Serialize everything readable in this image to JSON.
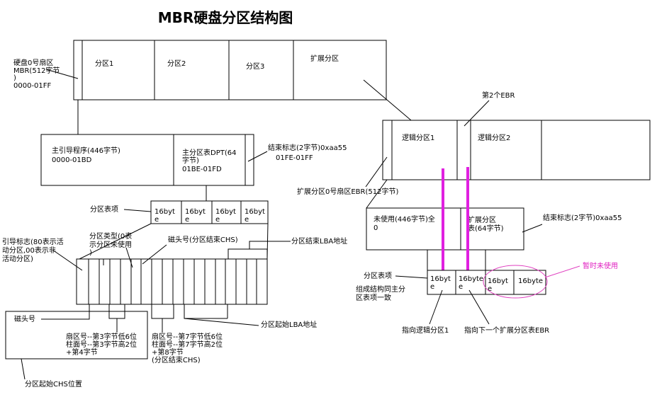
{
  "title": "MBR硬盘分区结构图",
  "mbr": {
    "label_line1": "硬盘0号扇区",
    "label_line2": "MBR(512字节",
    "label_line3": ")",
    "label_line4": "0000-01FF",
    "partitions": [
      "分区1",
      "分区2",
      "分区3",
      "扩展分区"
    ]
  },
  "mbr_detail": {
    "boot_line1": "主引导程序(446字节)",
    "boot_line2": "0000-01BD",
    "dpt_line1": "主分区表DPT(64",
    "dpt_line2": "字节)",
    "dpt_line3": "01BE-01FD",
    "end_line1": "结束标志(2字节)0xaa55",
    "end_line2": "01FE-01FF"
  },
  "partition_table": {
    "label": "分区表项",
    "entries": [
      "16byt\ne",
      "16byt\ne",
      "16byt\ne",
      "16byt\ne"
    ]
  },
  "entry_fields": {
    "boot_flag_line1": "引导标志(80表示活",
    "boot_flag_line2": "动分区,00表示非",
    "boot_flag_line3": "活动分区)",
    "type_line1": "分区类型(0表",
    "type_line2": "示分区未使用",
    "type_line3": ")",
    "end_head": "磁头号(分区结束CHS)",
    "end_lba": "分区结束LBA地址",
    "start_lba": "分区起始LBA地址",
    "head": "磁头号",
    "start_sector_line1": "扇区号--第3字节低6位",
    "start_sector_line2": "柱面号--第3字节高2位",
    "start_sector_line3": "+第4字节",
    "start_chs": "分区起始CHS位置",
    "end_sector_line1": "扇区号--第7字节低6位",
    "end_sector_line2": "柱面号--第7字节高2位",
    "end_sector_line3": "+第8字节",
    "end_sector_line4": "(分区结束CHS)"
  },
  "extended": {
    "second_ebr": "第2个EBR",
    "logical": [
      "逻辑分区1",
      "逻辑分区2"
    ],
    "ebr_label": "扩展分区0号扇区EBR(512字节)",
    "unused_line1": "未使用(446字节)全",
    "unused_line2": "0",
    "ext_table_line1": "扩展分区",
    "ext_table_line2": "表(64字节)",
    "end_flag": "结束标志(2字节)0xaa55",
    "table_label": "分区表项",
    "compose_line1": "组成结构同主分",
    "compose_line2": "区表项一致",
    "entries": [
      "16byt\ne",
      "16byte\ne",
      "16byt\ne",
      "16byte"
    ],
    "unused_note": "暂时未使用",
    "point_logical": "指向逻辑分区1",
    "point_next": "指向下一个扩展分区表EBR"
  },
  "colors": {
    "line": "#000000",
    "highlight": "#e020e0",
    "note": "#e020c0"
  }
}
